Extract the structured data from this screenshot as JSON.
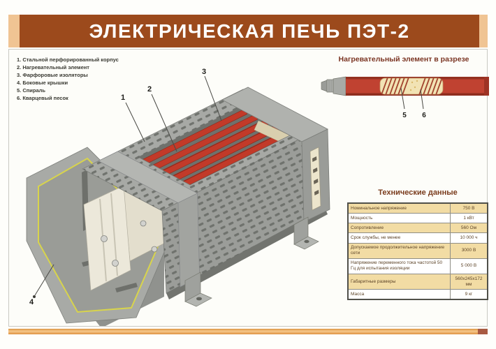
{
  "poster": {
    "title": "ЭЛЕКТРИЧЕСКАЯ ПЕЧЬ ПЭТ-2"
  },
  "legend": {
    "items": [
      "1. Стальной перфорированный корпус",
      "2. Нагревательный элемент",
      "3. Фарфоровые изоляторы",
      "4. Боковые крышки",
      "5. Спираль",
      "6. Кварцевый песок"
    ]
  },
  "diagram_labels": {
    "casing": "1",
    "heating_element": "2",
    "insulators": "3",
    "side_cover": "4"
  },
  "element_section": {
    "heading": "Нагревательный элемент в разрезе",
    "labels": {
      "spiral": "5",
      "sand": "6"
    }
  },
  "table": {
    "title": "Технические данные",
    "rows": [
      {
        "param": "Номинальное напряжение",
        "value": "750 В"
      },
      {
        "param": "Мощность",
        "value": "1 кВт"
      },
      {
        "param": "Сопротивление",
        "value": "560 Ом"
      },
      {
        "param": "Срок службы, не менее",
        "value": "10 000 ч"
      },
      {
        "param": "Допускаемое продолжительное напряжение сети",
        "value": "3000 В"
      },
      {
        "param": "Напряжение переменного тока частотой 50 Гц для испытания изоляции",
        "value": "5 000 В"
      },
      {
        "param": "Габаритные размеры",
        "value": "560х245х172 мм"
      },
      {
        "param": "Масса",
        "value": "9 кг"
      }
    ]
  },
  "colors": {
    "banner": "#9c4a1c",
    "banner_bevel": "#f0c493",
    "heading_text": "#7a3422",
    "tube_red": "#c13a28",
    "table_tan": "#f2dca4",
    "bottom_strip": "#f0a85c",
    "inner_outline_yellow": "#d8d44c",
    "steel_grey": "#a7a9a5"
  }
}
